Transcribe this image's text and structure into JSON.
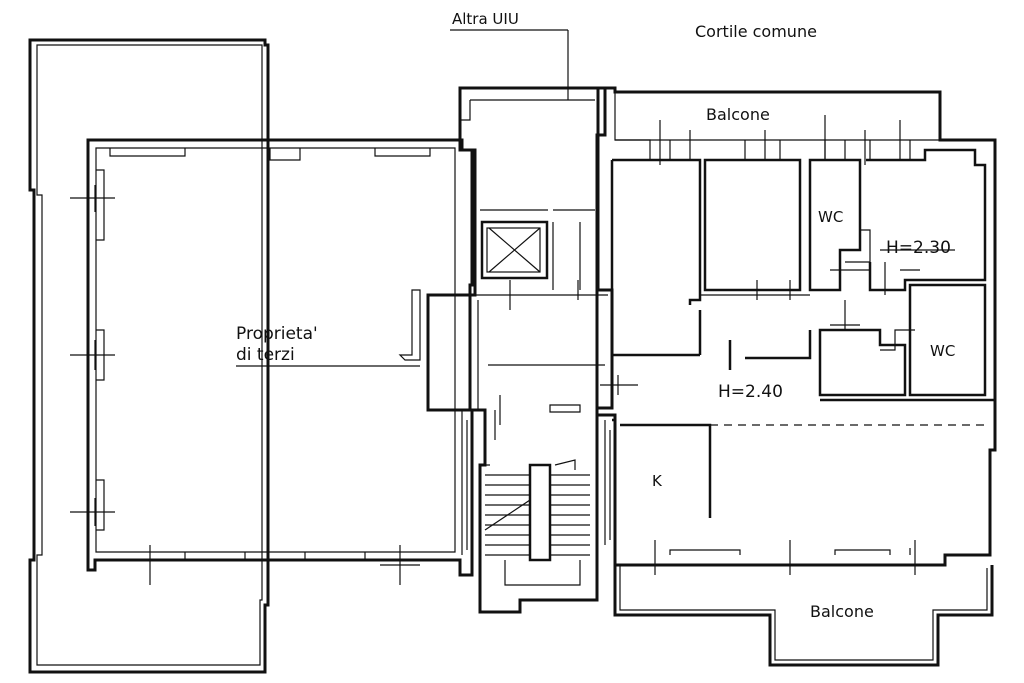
{
  "labels": {
    "other_unit": "Altra UIU",
    "courtyard": "Cortile comune",
    "balcony_top": "Balcone",
    "wc_upper": "WC",
    "height_upper": "H=2.30",
    "third_party_line1": "Proprieta'",
    "third_party_line2": "di terzi",
    "wc_lower": "WC",
    "height_lower": "H=2.40",
    "kitchen": "K",
    "balcony_bottom": "Balcone"
  },
  "colors": {
    "line": "#111111",
    "background": "#ffffff"
  }
}
